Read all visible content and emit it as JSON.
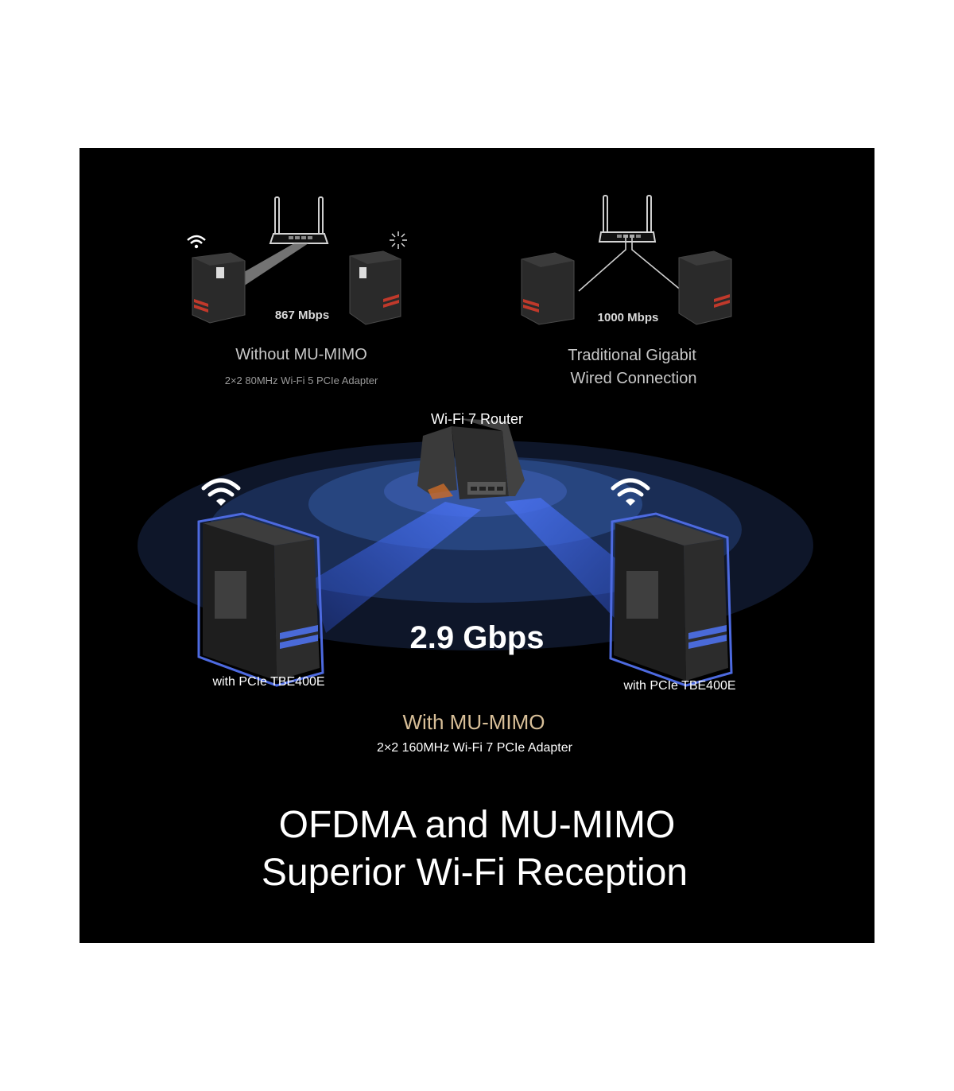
{
  "top_left": {
    "speed": "867 Mbps",
    "title": "Without MU-MIMO",
    "subtitle": "2×2 80MHz Wi-Fi 5 PCIe Adapter",
    "icons": [
      "wifi-icon",
      "loading-spinner-icon"
    ]
  },
  "top_right": {
    "speed": "1000 Mbps",
    "title_line1": "Traditional Gigabit",
    "title_line2": "Wired Connection"
  },
  "main": {
    "router_label": "Wi-Fi 7 Router",
    "speed": "2.9 Gbps",
    "left_pc_label": "with PCIe TBE400E",
    "right_pc_label": "with PCIe TBE400E",
    "title": "With MU-MIMO",
    "subtitle": "2×2 160MHz Wi-Fi 7 PCIe Adapter"
  },
  "headline": {
    "line1": "OFDMA and MU-MIMO",
    "line2": "Superior Wi-Fi Reception"
  },
  "colors": {
    "background": "#000000",
    "accent_gold": "#d8bf98",
    "signal_blue": "#3a5fcf",
    "outer_ring": "#0e1629"
  }
}
